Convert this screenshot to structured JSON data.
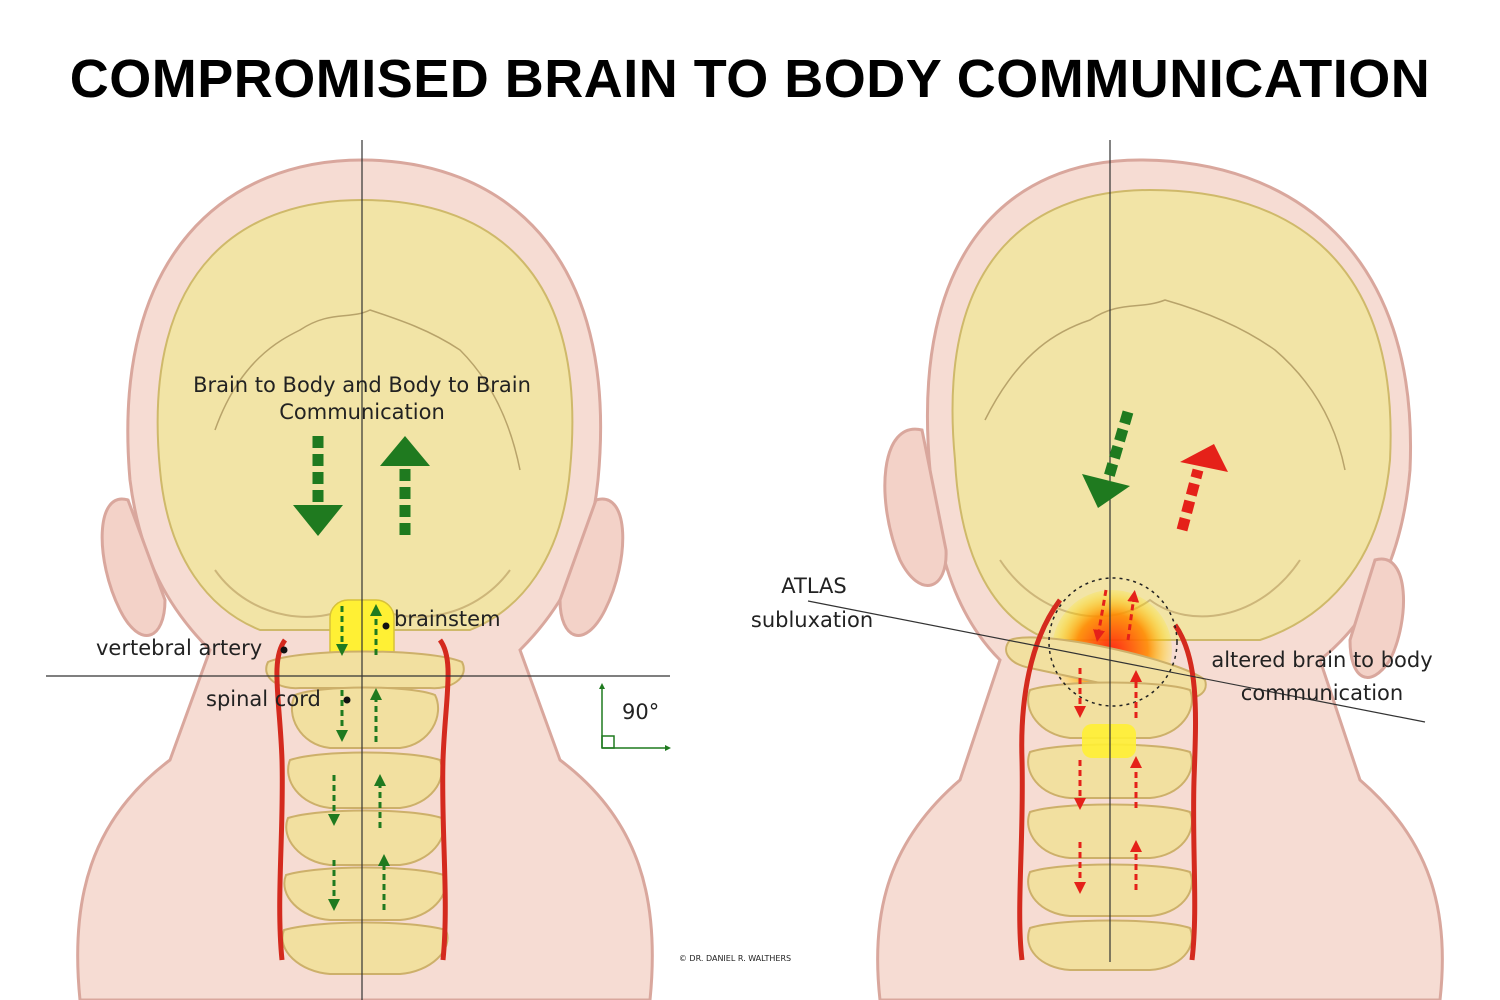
{
  "title": "COMPROMISED BRAIN TO BODY COMMUNICATION",
  "colors": {
    "skull": "#f2e4a6",
    "skin": "#f6dcd3",
    "outline": "#d9a79d",
    "artery": "#d42a1e",
    "healthy_arrow": "#1f7a1f",
    "altered_arrow": "#e52119",
    "brainstem": "#fff034"
  },
  "left_panel": {
    "communication_label_line1": "Brain to Body and Body to Brain",
    "communication_label_line2": "Communication",
    "brainstem_label": "brainstem",
    "vertebral_artery_label": "vertebral artery",
    "spinal_cord_label": "spinal cord",
    "angle_label": "90°"
  },
  "right_panel": {
    "atlas_label_line1": "ATLAS",
    "atlas_label_line2": "subluxation",
    "altered_label_line1": "altered brain to body",
    "altered_label_line2": "communication"
  },
  "copyright": "© DR. DANIEL R. WALTHERS"
}
